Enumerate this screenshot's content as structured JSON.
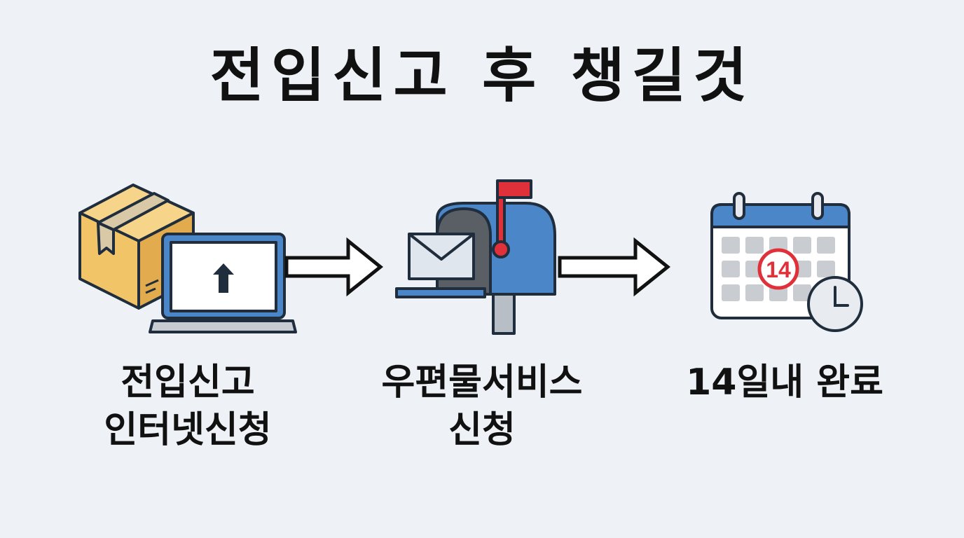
{
  "title": "전입신고 후 챙길것",
  "steps": [
    {
      "label": "전입신고\n인터넷신청",
      "icon": "box-laptop-upload-icon"
    },
    {
      "label": "우편물서비스\n신청",
      "icon": "mailbox-envelope-icon"
    },
    {
      "label": "14일내 완료",
      "icon": "calendar-clock-icon",
      "calendar_day": "14"
    }
  ],
  "colors": {
    "background": "#eef2f6",
    "outline": "#1f2d3d",
    "box": "#f2c468",
    "blue": "#4a86c8",
    "red": "#e0303a",
    "gray_cell": "#c9ccd1"
  }
}
